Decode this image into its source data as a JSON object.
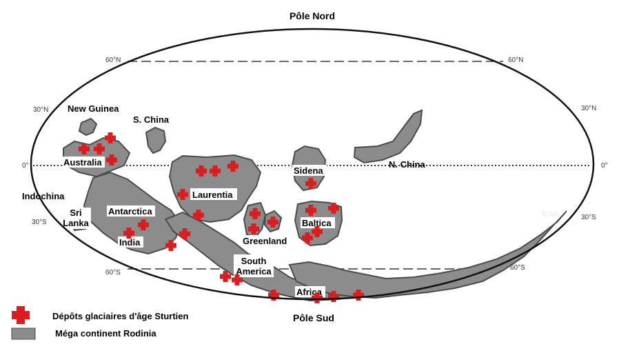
{
  "poles": {
    "north": "Pôle Nord",
    "south": "Pôle Sud"
  },
  "latitudes": [
    "60°N",
    "30°N",
    "0°",
    "30°S",
    "60°S"
  ],
  "landmasses": [
    "New Guinea",
    "S. China",
    "Australia",
    "Indochina",
    "Sri Lanka",
    "Antarctica",
    "India",
    "Laurentia",
    "Sidena",
    "N. China",
    "Greenland",
    "Baltica",
    "South America",
    "Africa",
    "Iran"
  ],
  "legend": {
    "glacial": "Dépôts glaciaires d'âge Sturtien",
    "rodinia": "Méga continent Rodinia"
  },
  "glacial_deposit_count": 25,
  "colors": {
    "land_fill": "#8c8c8c",
    "land_stroke": "#4a4a4a",
    "deposit_marker": "#d81e1e",
    "outline": "#111111"
  },
  "icons": {
    "deposit_marker": "red-cross-icon",
    "land_swatch": "gray-swatch-icon"
  }
}
